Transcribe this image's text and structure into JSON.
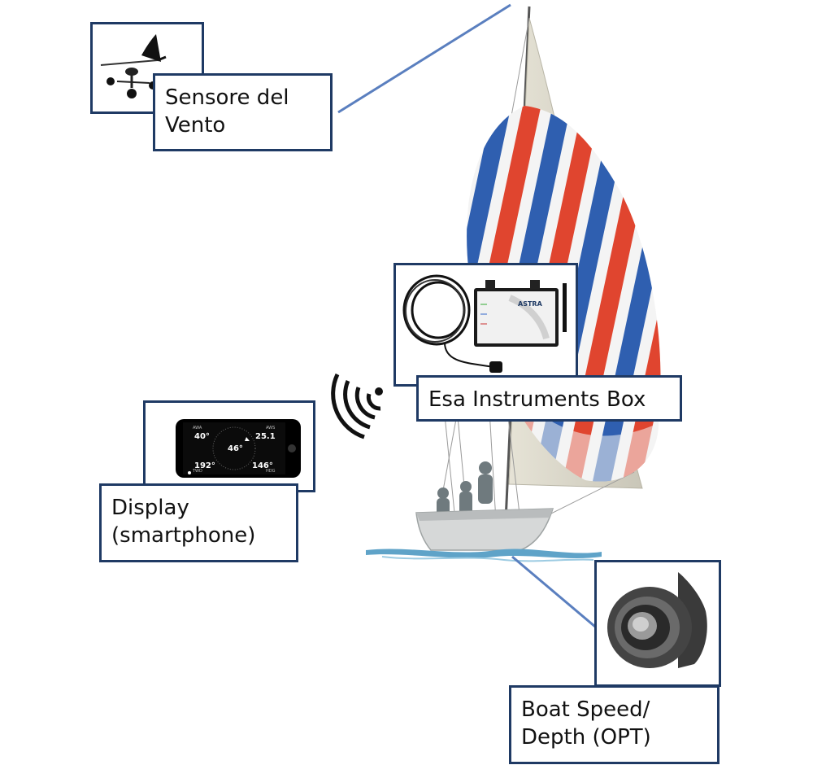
{
  "labels": {
    "wind_sensor": "Sensore del\nVento",
    "instruments_box": "Esa Instruments Box",
    "display": "Display\n(smartphone)",
    "boat_speed": "Boat Speed/\nDepth (OPT)"
  },
  "phone_screen": {
    "top_left": "40°",
    "top_right": "25.1",
    "center": "46°",
    "bottom_left": "192°",
    "bottom_right": "146°"
  },
  "device_brand": "ASTRA",
  "colors": {
    "box_border": "#1f3a64",
    "connector_line": "#5a7fbf",
    "spinnaker_red": "#e0452f",
    "spinnaker_blue": "#2f5fb0",
    "spinnaker_white": "#f4f4f4"
  },
  "icons": [
    "wind-vane-icon",
    "wifi-signal-icon",
    "sailboat-illustration",
    "transducer-icon",
    "device-box-icon",
    "smartphone-icon"
  ]
}
